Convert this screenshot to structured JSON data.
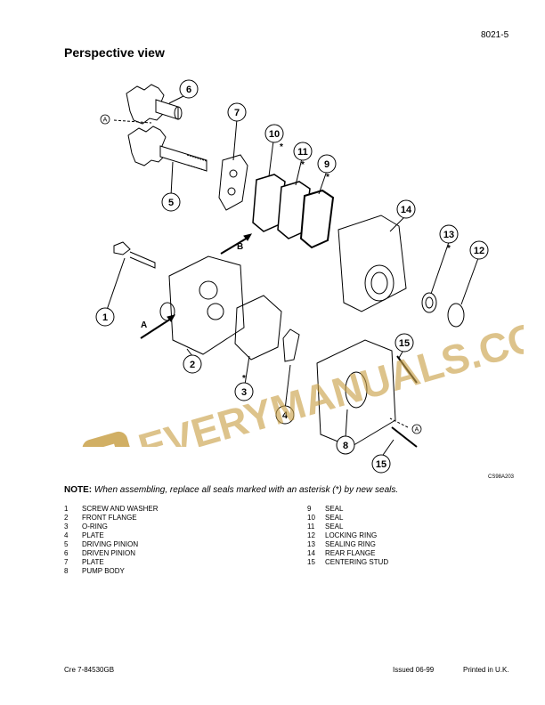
{
  "page_number": "8021-5",
  "section_title": "Perspective view",
  "figure_code": "CS98A203",
  "callouts": [
    "6",
    "7",
    "10",
    "11",
    "9",
    "5",
    "14",
    "13",
    "12",
    "1",
    "2",
    "3",
    "4",
    "8",
    "15",
    "15"
  ],
  "view_labels": [
    "A",
    "B"
  ],
  "circled_A": "A",
  "asterisk": "*",
  "note_label": "NOTE:",
  "note_text": "When assembling, replace all seals marked with an asterisk (*) by new seals.",
  "legend_left": [
    {
      "num": "1",
      "label": "SCREW AND WASHER"
    },
    {
      "num": "2",
      "label": "FRONT FLANGE"
    },
    {
      "num": "3",
      "label": "O-RING"
    },
    {
      "num": "4",
      "label": "PLATE"
    },
    {
      "num": "5",
      "label": "DRIVING PINION"
    },
    {
      "num": "6",
      "label": "DRIVEN PINION"
    },
    {
      "num": "7",
      "label": "PLATE"
    },
    {
      "num": "8",
      "label": "PUMP BODY"
    }
  ],
  "legend_right": [
    {
      "num": "9",
      "label": "SEAL"
    },
    {
      "num": "10",
      "label": "SEAL"
    },
    {
      "num": "11",
      "label": "SEAL"
    },
    {
      "num": "12",
      "label": "LOCKING RING"
    },
    {
      "num": "13",
      "label": "SEALING RING"
    },
    {
      "num": "14",
      "label": "REAR FLANGE"
    },
    {
      "num": "15",
      "label": "CENTERING STUD"
    }
  ],
  "footer": {
    "doc_ref": "Cre  7-84530GB",
    "issued": "Issued 06-99",
    "printed": "Printed in U.K."
  },
  "watermark": {
    "text": "EVERYMANUALS.COM",
    "logo_letter": "E",
    "color": "#c9a24a"
  }
}
